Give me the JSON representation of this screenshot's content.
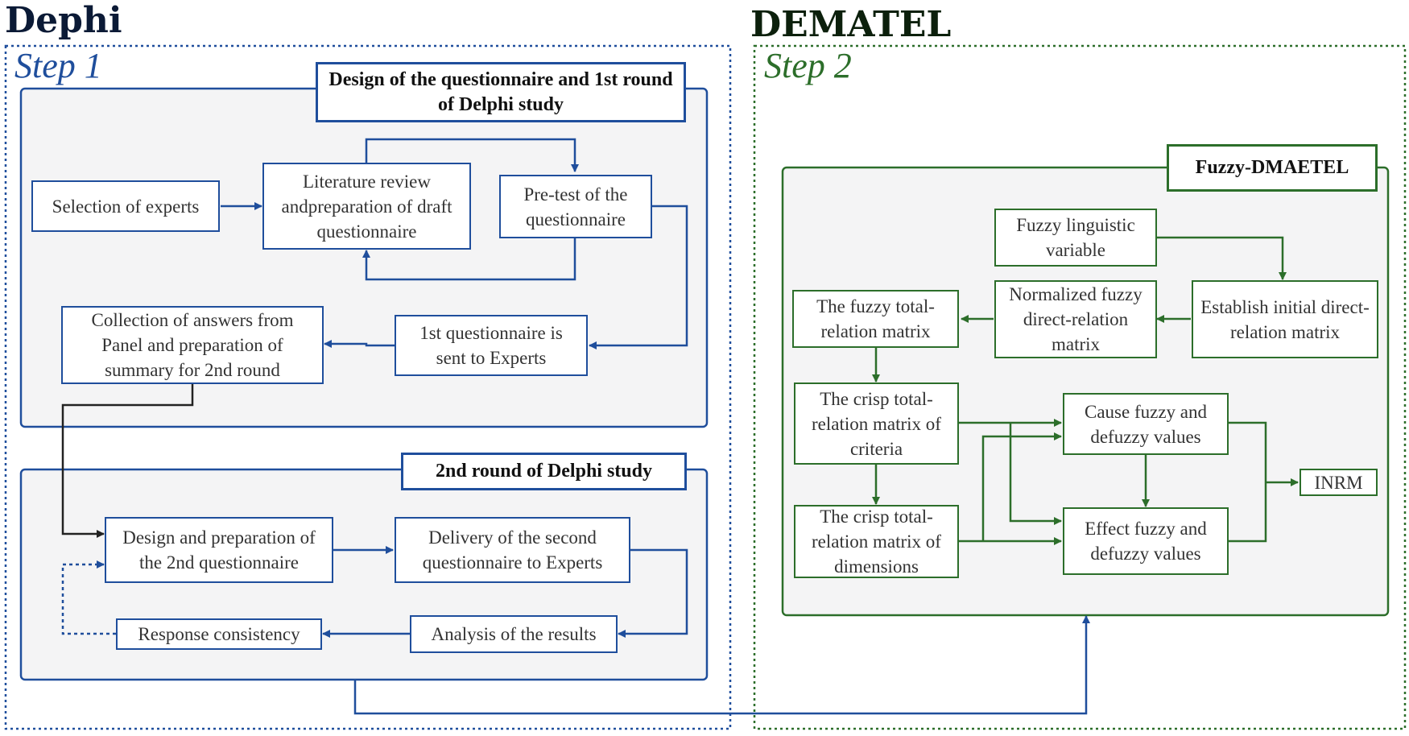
{
  "delphi": {
    "title": "Dephi",
    "step": "Step 1",
    "round1": {
      "title": "Design of the questionnaire and 1st round of Delphi study",
      "boxes": {
        "selection": "Selection of experts",
        "literature": "Literature review andpreparation of draft questionnaire",
        "pretest": "Pre-test of the questionnaire",
        "collection": "Collection of answers from Panel and preparation of summary for 2nd round",
        "sent": "1st questionnaire is sent to Experts"
      }
    },
    "round2": {
      "title": "2nd round of Delphi study",
      "boxes": {
        "design": "Design and preparation of the 2nd questionnaire",
        "delivery": "Delivery of the second questionnaire to Experts",
        "consistency": "Response consistency",
        "analysis": "Analysis of the results"
      }
    }
  },
  "dematel": {
    "title": "DEMATEL",
    "step": "Step 2",
    "fuzzy": {
      "title": "Fuzzy-DMAETEL",
      "boxes": {
        "linguistic": "Fuzzy linguistic variable",
        "establish": "Establish initial direct-relation matrix",
        "normalized": "Normalized fuzzy direct-relation matrix",
        "total_fuzzy": "The fuzzy total-relation matrix",
        "crisp_criteria": "The crisp total-relation matrix of criteria",
        "crisp_dimensions": "The crisp total-relation matrix of dimensions",
        "cause": "Cause fuzzy and defuzzy values",
        "effect": "Effect fuzzy and defuzzy values",
        "inrm": "INRM"
      }
    }
  },
  "colors": {
    "blue": "#1f4e9c",
    "green": "#2c6e2a",
    "panel": "#f4f4f5",
    "delphi_title": "#0b1a36",
    "dematel_title": "#0c200c"
  }
}
